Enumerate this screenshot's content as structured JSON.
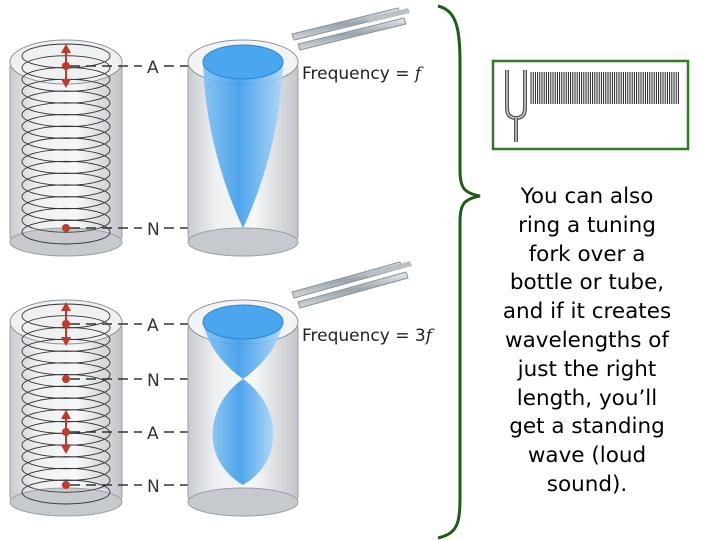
{
  "diagram": {
    "top_panel": {
      "antinode_label": "A",
      "node_label": "N",
      "frequency_text": "Frequency = ",
      "frequency_symbol": "f"
    },
    "bottom_panel": {
      "antinode_label_1": "A",
      "node_label_1": "N",
      "antinode_label_2": "A",
      "node_label_2": "N",
      "frequency_text": "Frequency = 3",
      "frequency_symbol": "f"
    }
  },
  "caption": {
    "lines": [
      "You can also",
      "ring a tuning",
      "fork over a",
      "bottle or tube,",
      "and if it creates",
      "wavelengths of",
      "just the right",
      "length, you’ll",
      "get a standing",
      "wave (loud",
      "sound)."
    ]
  },
  "colors": {
    "brace": "#1f5c1a",
    "inset_border": "#2e7d23",
    "wave_blue": "#3c9bea",
    "marker_red": "#c0392b"
  }
}
